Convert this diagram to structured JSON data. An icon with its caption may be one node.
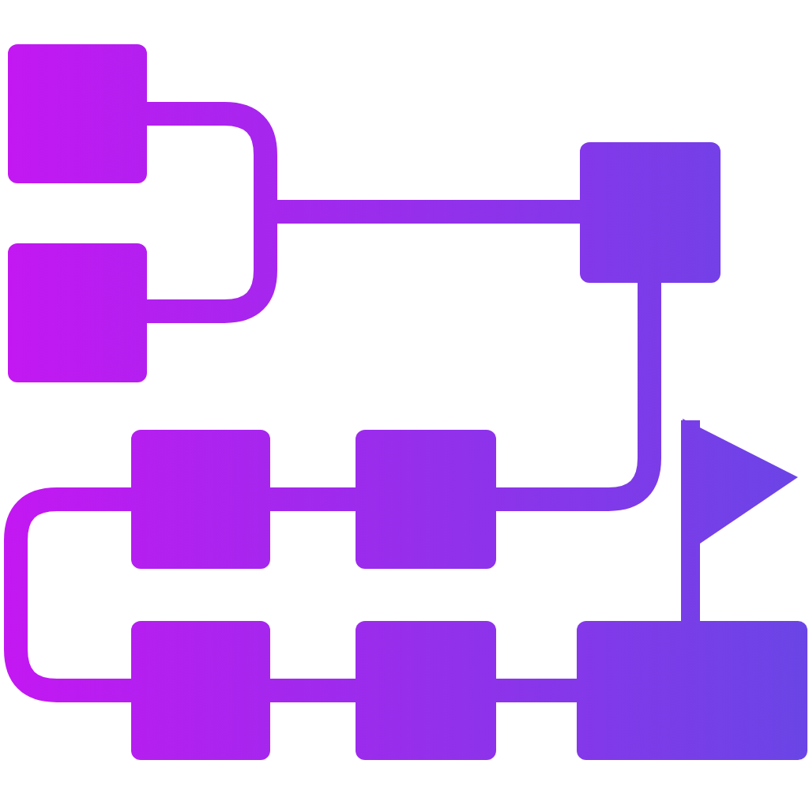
{
  "diagram": {
    "nodes": [
      {
        "text": [],
        "shape": "box"
      },
      {
        "text": [],
        "shape": "box"
      },
      {
        "text": [],
        "shape": "box"
      },
      {
        "text": [],
        "shape": "box"
      },
      {
        "text": [],
        "shape": "box"
      },
      {
        "text": [],
        "shape": "box"
      },
      {
        "text": [],
        "shape": "box"
      },
      {
        "text": [],
        "shape": "box"
      }
    ],
    "edges": [
      {
        "from": 0,
        "to": 2,
        "arrow": "none"
      },
      {
        "from": 1,
        "to": 2,
        "arrow": "none"
      },
      {
        "from": 2,
        "to": 4,
        "arrow": "none"
      },
      {
        "from": 4,
        "to": 3,
        "arrow": "none"
      },
      {
        "from": 3,
        "to": 5,
        "arrow": "none"
      },
      {
        "from": 5,
        "to": 6,
        "arrow": "none"
      },
      {
        "from": 6,
        "to": 7,
        "arrow": "none"
      }
    ]
  }
}
